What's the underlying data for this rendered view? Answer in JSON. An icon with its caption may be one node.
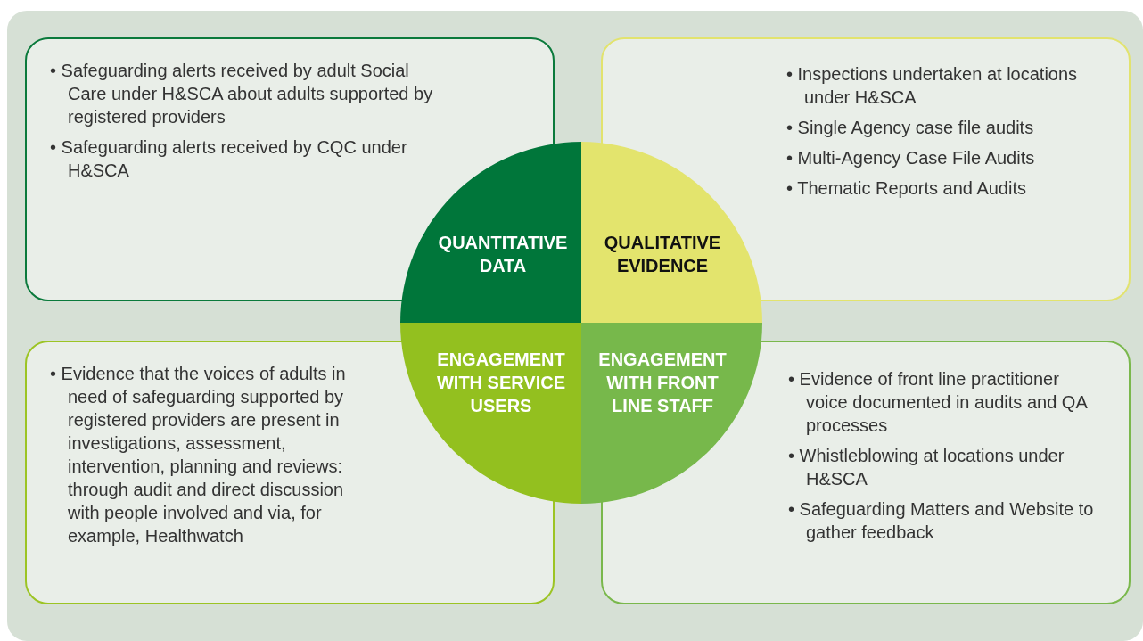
{
  "diagram": {
    "nodes": [
      {
        "text": [
          "• Safeguarding alerts received by adult Social Care under H&SCA about adults supported by registered providers",
          "• Safeguarding alerts received by CQC under H&SCA"
        ]
      },
      {
        "text": [
          "• Inspections undertaken at locations under H&SCA",
          "• Single Agency case file audits",
          "• Multi-Agency Case File Audits",
          "• Thematic Reports and Audits"
        ]
      },
      {
        "text": [
          "• Evidence that the voices of adults in need of safeguarding supported by registered providers are present in investigations, assessment, intervention, planning and reviews: through audit and direct discussion with people involved and via, for example, Healthwatch"
        ]
      },
      {
        "text": [
          "• Evidence of front line practitioner voice documented in audits and QA processes",
          "• Whistleblowing at locations under H&SCA",
          "• Safeguarding Matters and Website to gather feedback"
        ]
      },
      {
        "text": [
          "QUANTITATIVE DATA"
        ]
      },
      {
        "text": [
          "QUALITATIVE EVIDENCE"
        ]
      },
      {
        "text": [
          "ENGAGEMENT WITH SERVICE USERS"
        ]
      },
      {
        "text": [
          "ENGAGEMENT WITH FRONT LINE STAFF"
        ]
      }
    ]
  }
}
